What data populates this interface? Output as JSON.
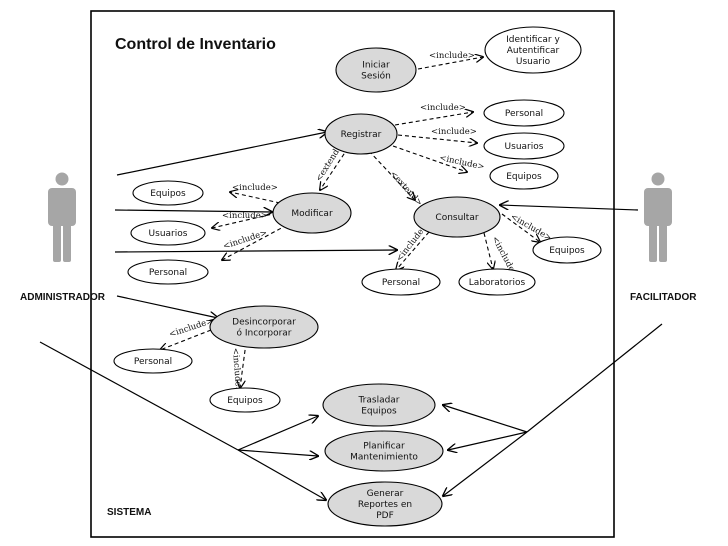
{
  "diagram": {
    "title": "Control de Inventario",
    "system_label": "SISTEMA",
    "actors": {
      "administrador": "ADMINISTRADOR",
      "facilitador": "FACILITADOR"
    },
    "use_cases": {
      "iniciar_sesion": [
        "Iniciar",
        "Sesión"
      ],
      "identificar": [
        "Identificar y",
        "Autentificar",
        "Usuario"
      ],
      "registrar": [
        "Registrar"
      ],
      "reg_personal": [
        "Personal"
      ],
      "reg_usuarios": [
        "Usuarios"
      ],
      "reg_equipos": [
        "Equipos"
      ],
      "modificar": [
        "Modificar"
      ],
      "mod_equipos": [
        "Equipos"
      ],
      "mod_usuarios": [
        "Usuarios"
      ],
      "mod_personal": [
        "Personal"
      ],
      "consultar": [
        "Consultar"
      ],
      "con_equipos": [
        "Equipos"
      ],
      "con_personal": [
        "Personal"
      ],
      "con_laboratorios": [
        "Laboratorios"
      ],
      "desincorporar": [
        "Desincorporar",
        "ó Incorporar"
      ],
      "des_personal": [
        "Personal"
      ],
      "des_equipos": [
        "Equipos"
      ],
      "trasladar": [
        "Trasladar",
        "Equipos"
      ],
      "planificar": [
        "Planificar",
        "Mantenimiento"
      ],
      "generar": [
        "Generar",
        "Reportes en",
        "PDF"
      ]
    },
    "relations": {
      "include": "<include>",
      "extend": "<extend>"
    },
    "colors": {
      "usecase_fill": "#d9d9d9",
      "entity_fill": "#ffffff",
      "actor": "#a6a6a6",
      "stroke": "#000000"
    }
  }
}
